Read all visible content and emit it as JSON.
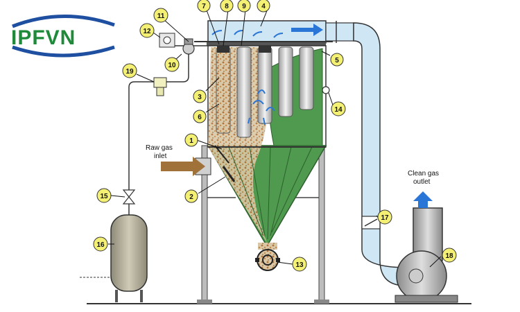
{
  "logo": {
    "text": "IPFVN"
  },
  "labels": {
    "raw_gas_line1": "Raw gas",
    "raw_gas_line2": "inlet",
    "clean_gas_line1": "Clean gas",
    "clean_gas_line2": "outlet"
  },
  "callouts": [
    "1",
    "2",
    "3",
    "4",
    "5",
    "6",
    "7",
    "8",
    "9",
    "10",
    "11",
    "12",
    "13",
    "14",
    "15",
    "16",
    "17",
    "18",
    "19"
  ],
  "colors": {
    "callout_fill": "#f4f074",
    "hopper_green": "#4f9a4f",
    "duct_blue": "#cfe6f5",
    "arrow_blue": "#2a76d6",
    "brown_arrow": "#a0723a",
    "logo_green": "#1f8a3a",
    "logo_blue": "#1e4fa0"
  }
}
